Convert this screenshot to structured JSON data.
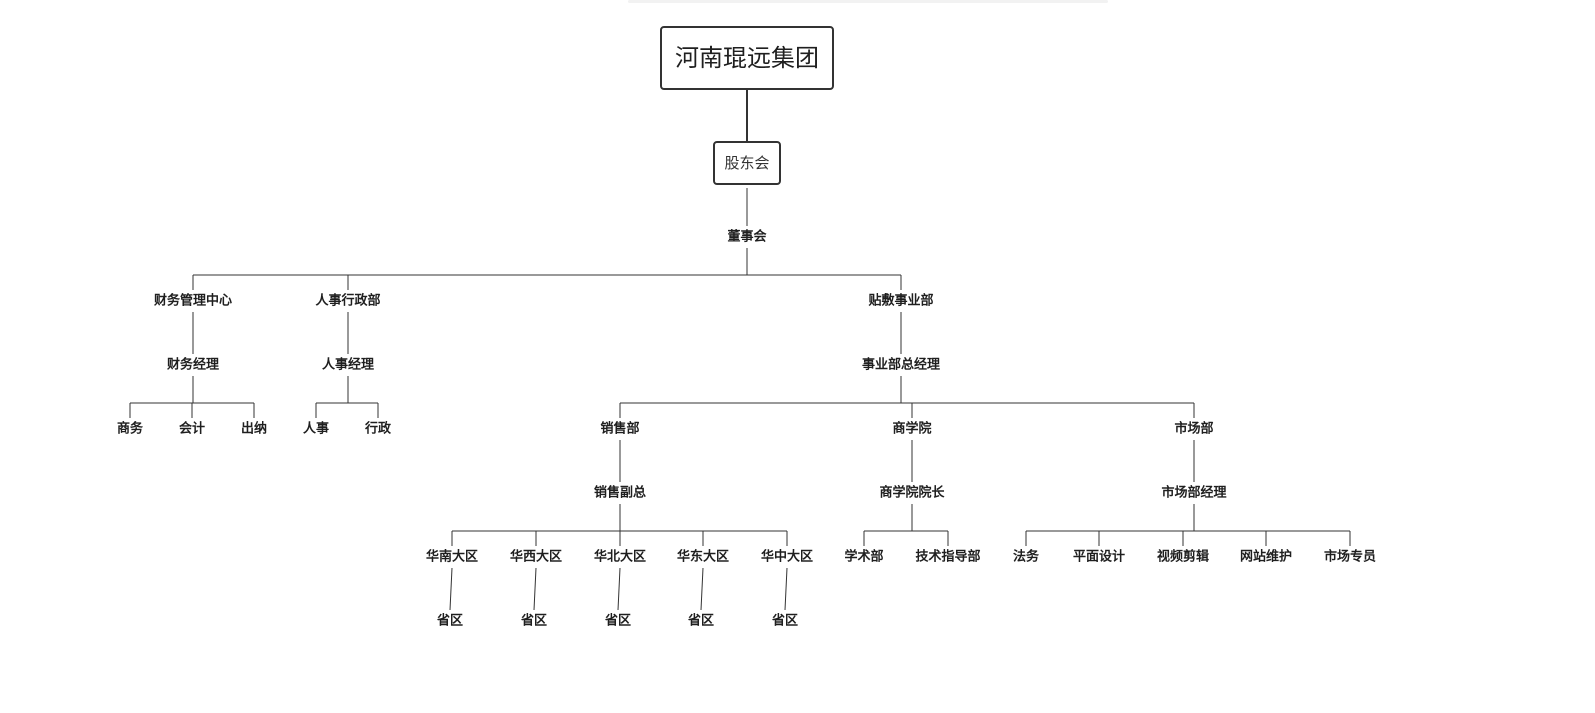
{
  "org_chart": {
    "root": {
      "id": "root",
      "label": "河南琨远集团"
    },
    "nodes": [
      {
        "id": "shareholders",
        "label": "股东会",
        "parent": "root"
      },
      {
        "id": "board",
        "label": "董事会",
        "parent": "shareholders"
      },
      {
        "id": "finance_center",
        "label": "财务管理中心",
        "parent": "board"
      },
      {
        "id": "hr_admin",
        "label": "人事行政部",
        "parent": "board"
      },
      {
        "id": "paste_division",
        "label": "贴敷事业部",
        "parent": "board"
      },
      {
        "id": "finance_manager",
        "label": "财务经理",
        "parent": "finance_center"
      },
      {
        "id": "hr_manager",
        "label": "人事经理",
        "parent": "hr_admin"
      },
      {
        "id": "division_gm",
        "label": "事业部总经理",
        "parent": "paste_division"
      },
      {
        "id": "business",
        "label": "商务",
        "parent": "finance_manager"
      },
      {
        "id": "accounting",
        "label": "会计",
        "parent": "finance_manager"
      },
      {
        "id": "cashier",
        "label": "出纳",
        "parent": "finance_manager"
      },
      {
        "id": "personnel",
        "label": "人事",
        "parent": "hr_manager"
      },
      {
        "id": "administration",
        "label": "行政",
        "parent": "hr_manager"
      },
      {
        "id": "sales_dept",
        "label": "销售部",
        "parent": "division_gm"
      },
      {
        "id": "academy",
        "label": "商学院",
        "parent": "division_gm"
      },
      {
        "id": "market_dept",
        "label": "市场部",
        "parent": "division_gm"
      },
      {
        "id": "sales_vp",
        "label": "销售副总",
        "parent": "sales_dept"
      },
      {
        "id": "academy_dean",
        "label": "商学院院长",
        "parent": "academy"
      },
      {
        "id": "market_manager",
        "label": "市场部经理",
        "parent": "market_dept"
      },
      {
        "id": "south_china",
        "label": "华南大区",
        "parent": "sales_vp"
      },
      {
        "id": "west_china",
        "label": "华西大区",
        "parent": "sales_vp"
      },
      {
        "id": "north_china",
        "label": "华北大区",
        "parent": "sales_vp"
      },
      {
        "id": "east_china",
        "label": "华东大区",
        "parent": "sales_vp"
      },
      {
        "id": "central_china",
        "label": "华中大区",
        "parent": "sales_vp"
      },
      {
        "id": "academic",
        "label": "学术部",
        "parent": "academy_dean"
      },
      {
        "id": "tech_guidance",
        "label": "技术指导部",
        "parent": "academy_dean"
      },
      {
        "id": "legal",
        "label": "法务",
        "parent": "market_manager"
      },
      {
        "id": "graphic_design",
        "label": "平面设计",
        "parent": "market_manager"
      },
      {
        "id": "video_editing",
        "label": "视频剪辑",
        "parent": "market_manager"
      },
      {
        "id": "web_maintenance",
        "label": "网站维护",
        "parent": "market_manager"
      },
      {
        "id": "market_specialist",
        "label": "市场专员",
        "parent": "market_manager"
      },
      {
        "id": "province_south",
        "label": "省区",
        "parent": "south_china"
      },
      {
        "id": "province_west",
        "label": "省区",
        "parent": "west_china"
      },
      {
        "id": "province_north",
        "label": "省区",
        "parent": "north_china"
      },
      {
        "id": "province_east",
        "label": "省区",
        "parent": "east_china"
      },
      {
        "id": "province_central",
        "label": "省区",
        "parent": "central_china"
      }
    ]
  }
}
